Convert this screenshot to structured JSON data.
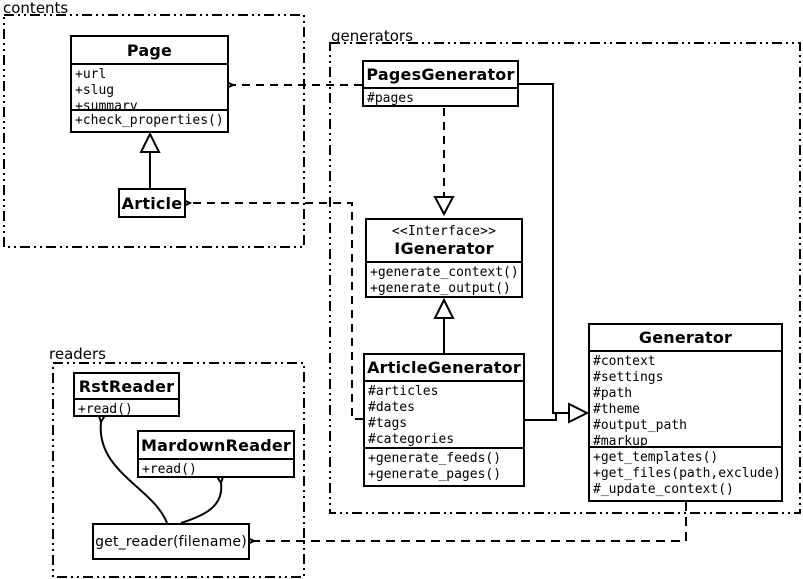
{
  "colors": {
    "ink": "#000000",
    "background": "#ffffff"
  },
  "packages": {
    "contents": {
      "label": "contents"
    },
    "generators": {
      "label": "generators"
    },
    "readers": {
      "label": "readers"
    }
  },
  "classes": {
    "page": {
      "title": "Page",
      "attributes": [
        "+url",
        "+slug",
        "+summary"
      ],
      "methods": [
        "+check_properties()"
      ]
    },
    "article": {
      "title": "Article"
    },
    "pages_generator": {
      "title": "PagesGenerator",
      "attributes": [
        "#pages"
      ]
    },
    "igenerator": {
      "stereotype": "<<Interface>>",
      "title": "IGenerator",
      "methods": [
        "+generate_context()",
        "+generate_output()"
      ]
    },
    "article_generator": {
      "title": "ArticleGenerator",
      "attributes": [
        "#articles",
        "#dates",
        "#tags",
        "#categories"
      ],
      "methods": [
        "+generate_feeds()",
        "+generate_pages()"
      ]
    },
    "generator": {
      "title": "Generator",
      "attributes": [
        "#context",
        "#settings",
        "#path",
        "#theme",
        "#output_path",
        "#markup"
      ],
      "methods": [
        "+get_templates()",
        "+get_files(path,exclude)",
        "#_update_context()"
      ]
    },
    "rst_reader": {
      "title": "RstReader",
      "methods": [
        "+read()"
      ]
    },
    "mardown_reader": {
      "title": "MardownReader",
      "methods": [
        "+read()"
      ]
    },
    "get_reader": {
      "title": "get_reader(filename)"
    }
  },
  "relationships": [
    {
      "from": "Article",
      "to": "Page",
      "type": "generalization",
      "line": "solid"
    },
    {
      "from": "PagesGenerator",
      "to": "Page",
      "type": "dependency",
      "line": "dashed"
    },
    {
      "from": "ArticleGenerator",
      "to": "Article",
      "type": "dependency",
      "line": "dashed"
    },
    {
      "from": "PagesGenerator",
      "to": "IGenerator",
      "type": "realization",
      "line": "dashed"
    },
    {
      "from": "ArticleGenerator",
      "to": "IGenerator",
      "type": "generalization",
      "line": "solid"
    },
    {
      "from": "PagesGenerator",
      "to": "Generator",
      "type": "generalization",
      "line": "solid"
    },
    {
      "from": "ArticleGenerator",
      "to": "Generator",
      "type": "generalization",
      "line": "solid"
    },
    {
      "from": "Generator",
      "to": "get_reader(filename)",
      "type": "dependency",
      "line": "dashed"
    },
    {
      "from": "get_reader(filename)",
      "to": "RstReader",
      "type": "arrow",
      "line": "curved"
    },
    {
      "from": "get_reader(filename)",
      "to": "MardownReader",
      "type": "arrow",
      "line": "curved"
    }
  ]
}
